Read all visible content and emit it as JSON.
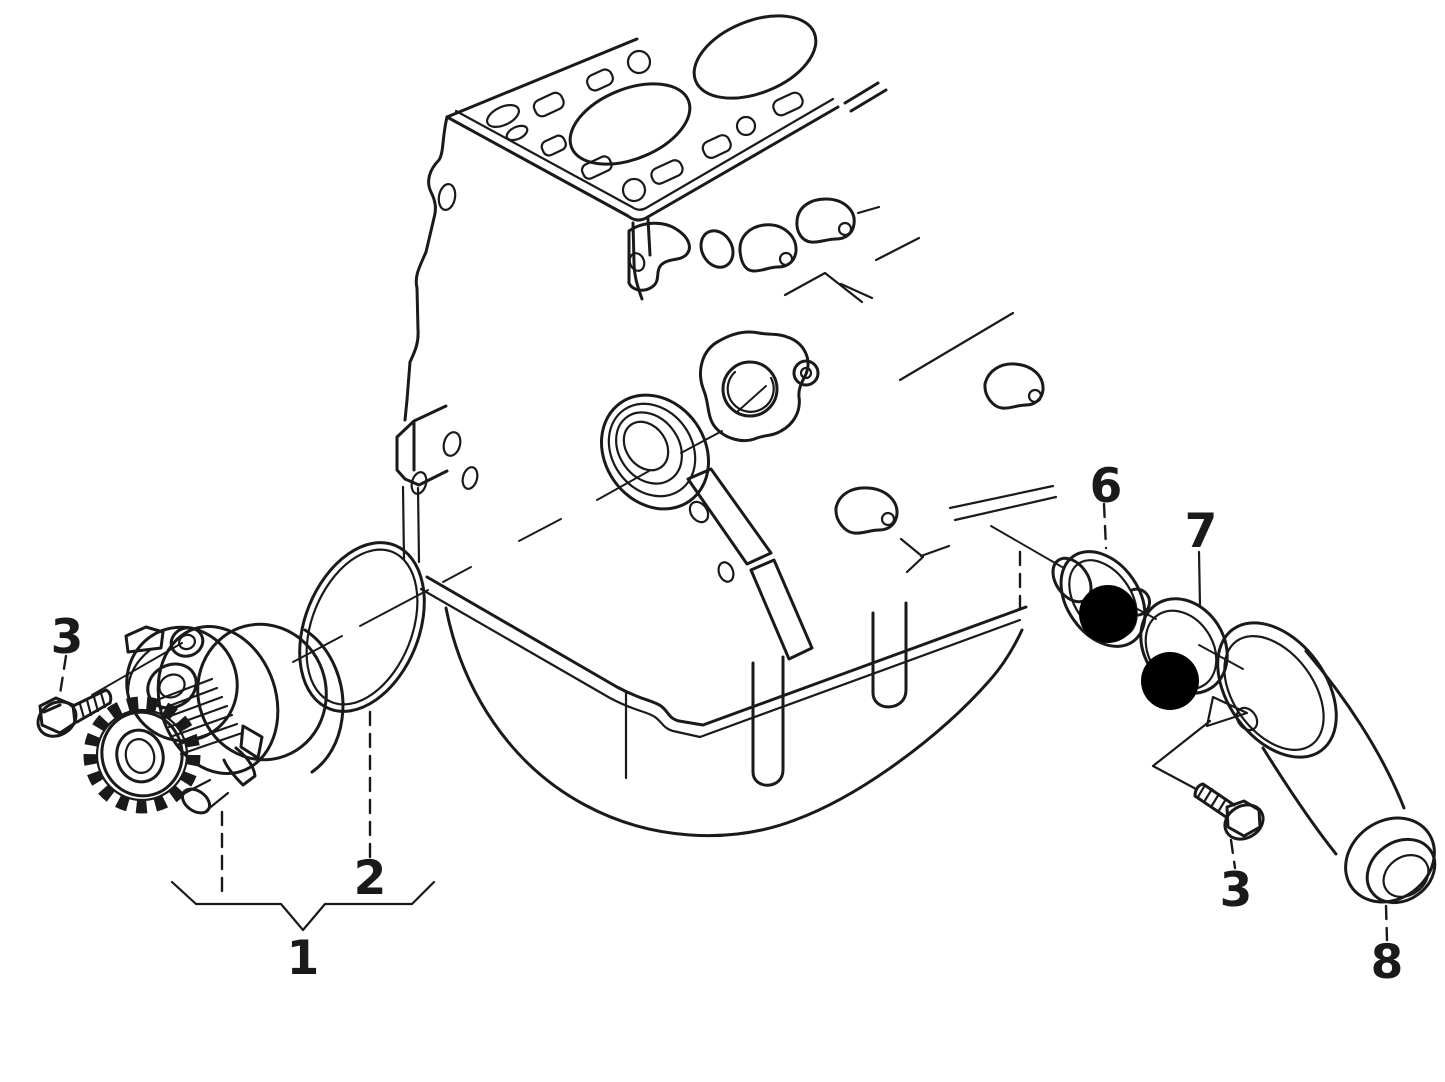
{
  "colors": {
    "line-color": "#1a1a1a",
    "background-color": "#ffffff",
    "redaction-color": "#000000"
  },
  "callouts": {
    "water_pump_group": {
      "label": "1"
    },
    "seal_ring": {
      "label": "2"
    },
    "bolt_left": {
      "label": "3"
    },
    "thermostat": {
      "label": "6"
    },
    "o_ring": {
      "label": "7"
    },
    "bolt_right": {
      "label": "3"
    },
    "water_pipe": {
      "label": "8"
    }
  }
}
